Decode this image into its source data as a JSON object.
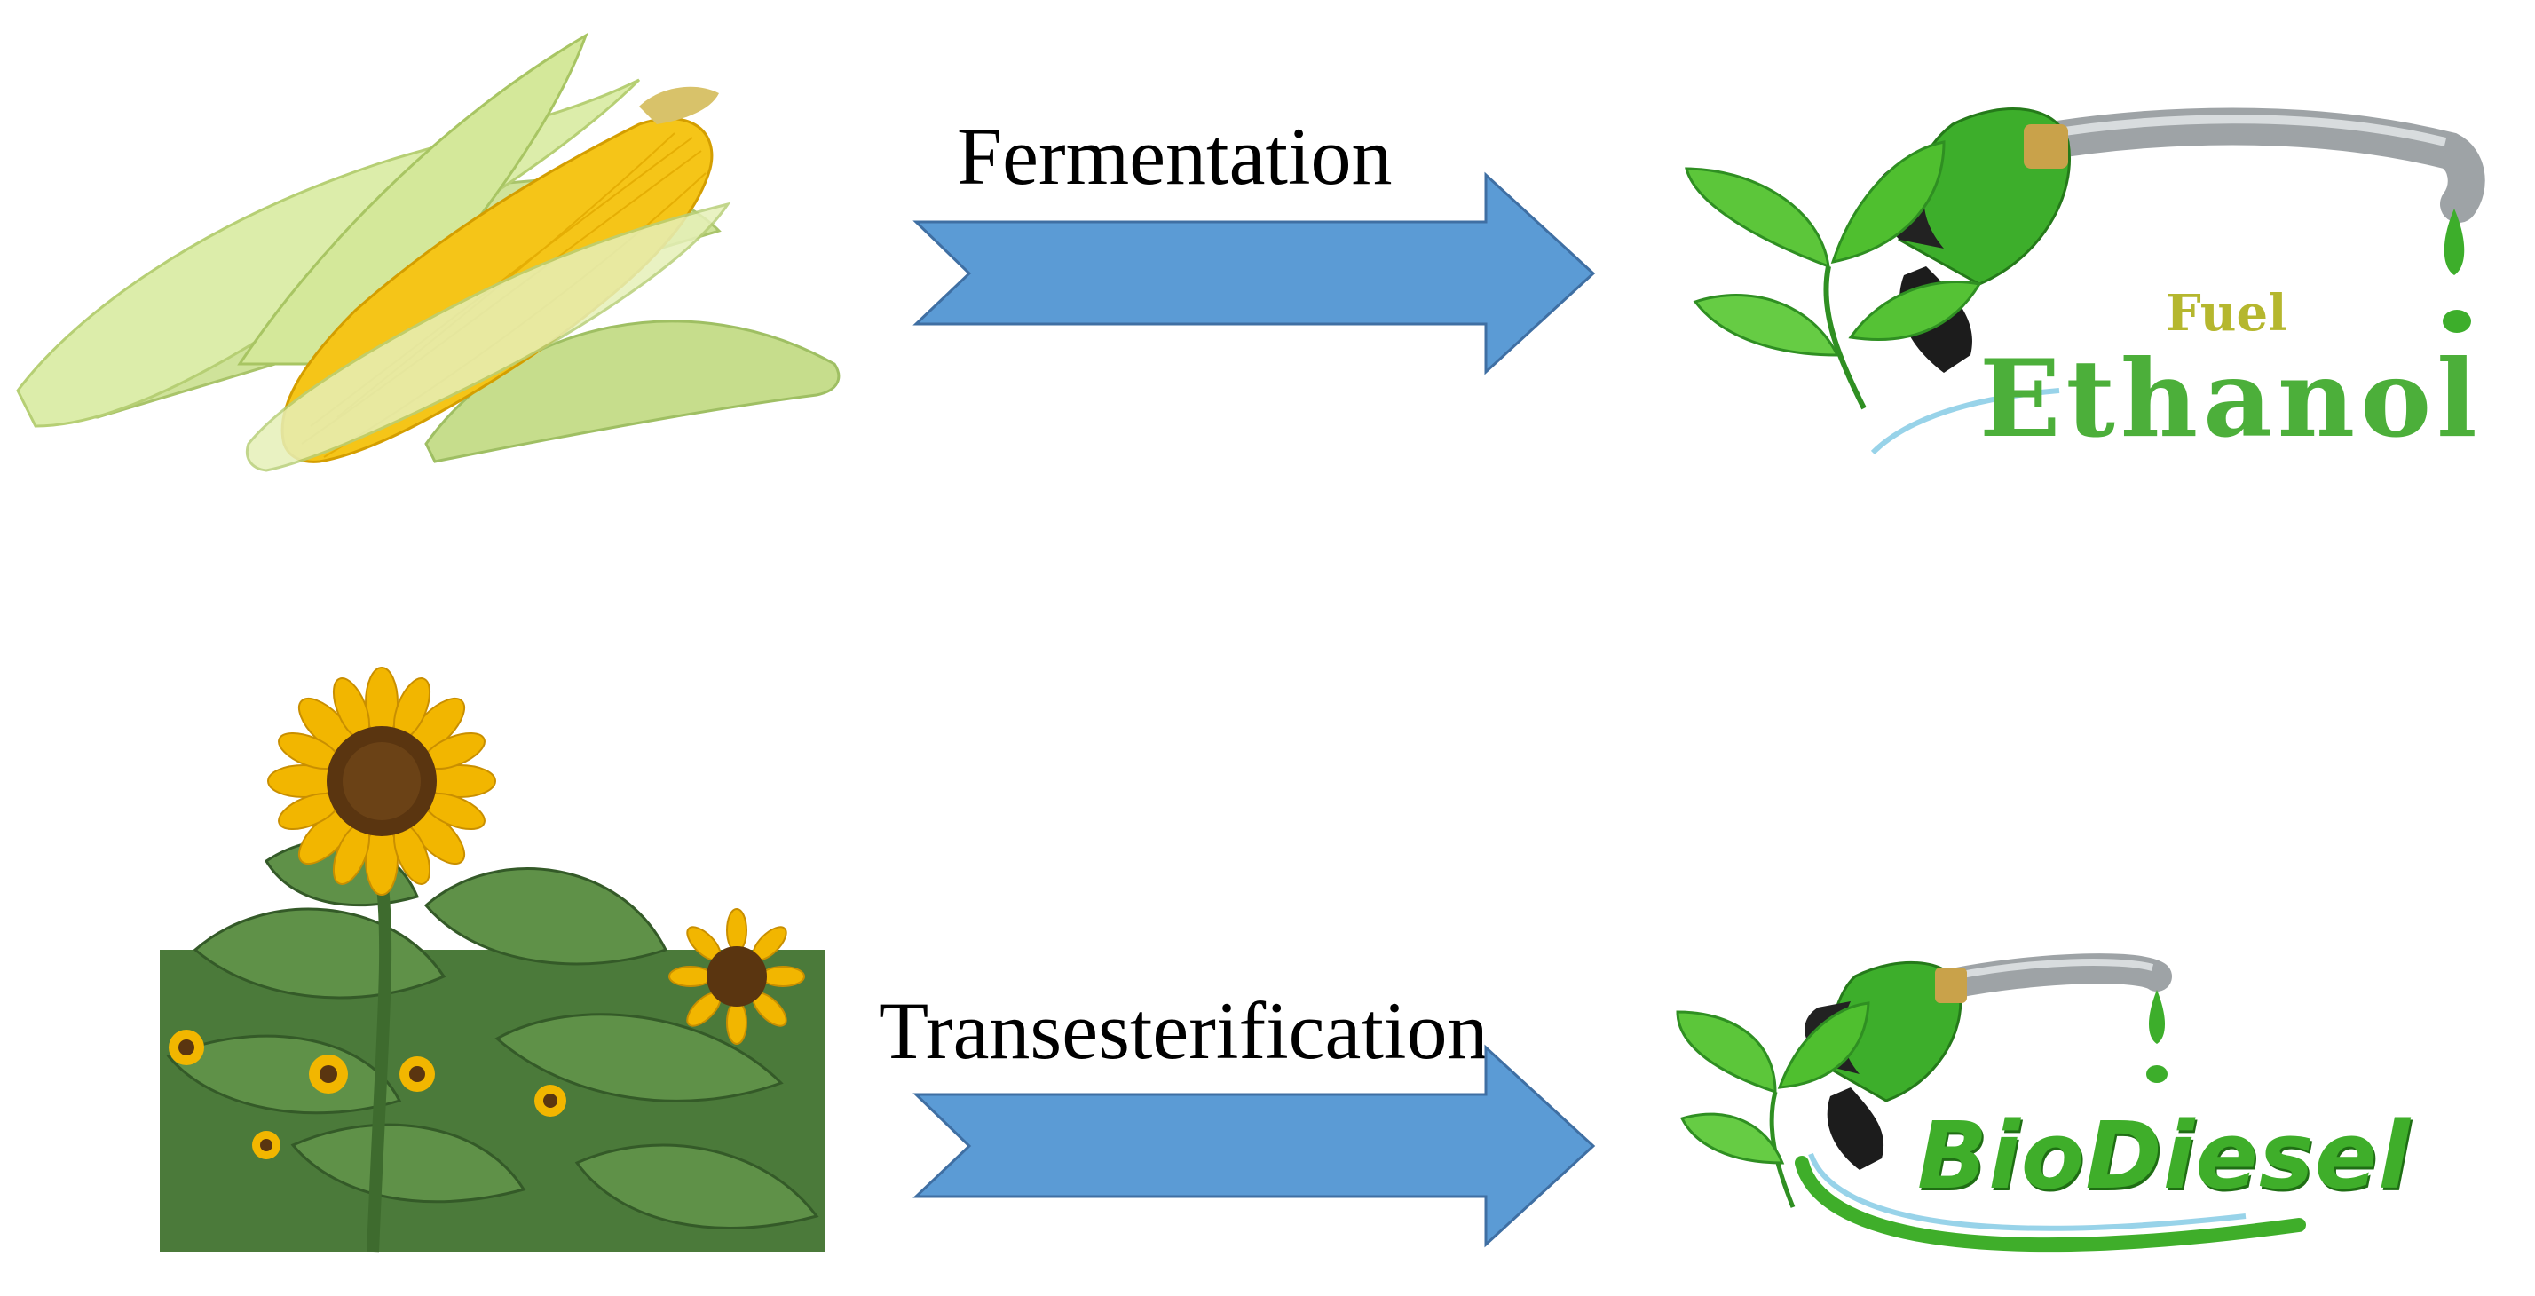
{
  "rows": [
    {
      "source": "corn",
      "process_label": "Fermentation",
      "product_small_text": "Fuel",
      "product_text": "Ethanol"
    },
    {
      "source": "sunflower",
      "process_label": "Transesterification",
      "product_text": "BioDiesel"
    }
  ],
  "colors": {
    "arrow_fill": "#5b9bd5",
    "arrow_stroke": "#3f6fa3",
    "ethanol_green": "#4caf3a",
    "fuel_olive": "#b5b72e",
    "biodiesel_green": "#3fae2a",
    "corn_kernel": "#f5c518",
    "husk_green": "#c7dc8a",
    "sunflower_petal": "#f2b600",
    "sunflower_center": "#5a3510",
    "leaf_green": "#4b7a3a"
  }
}
